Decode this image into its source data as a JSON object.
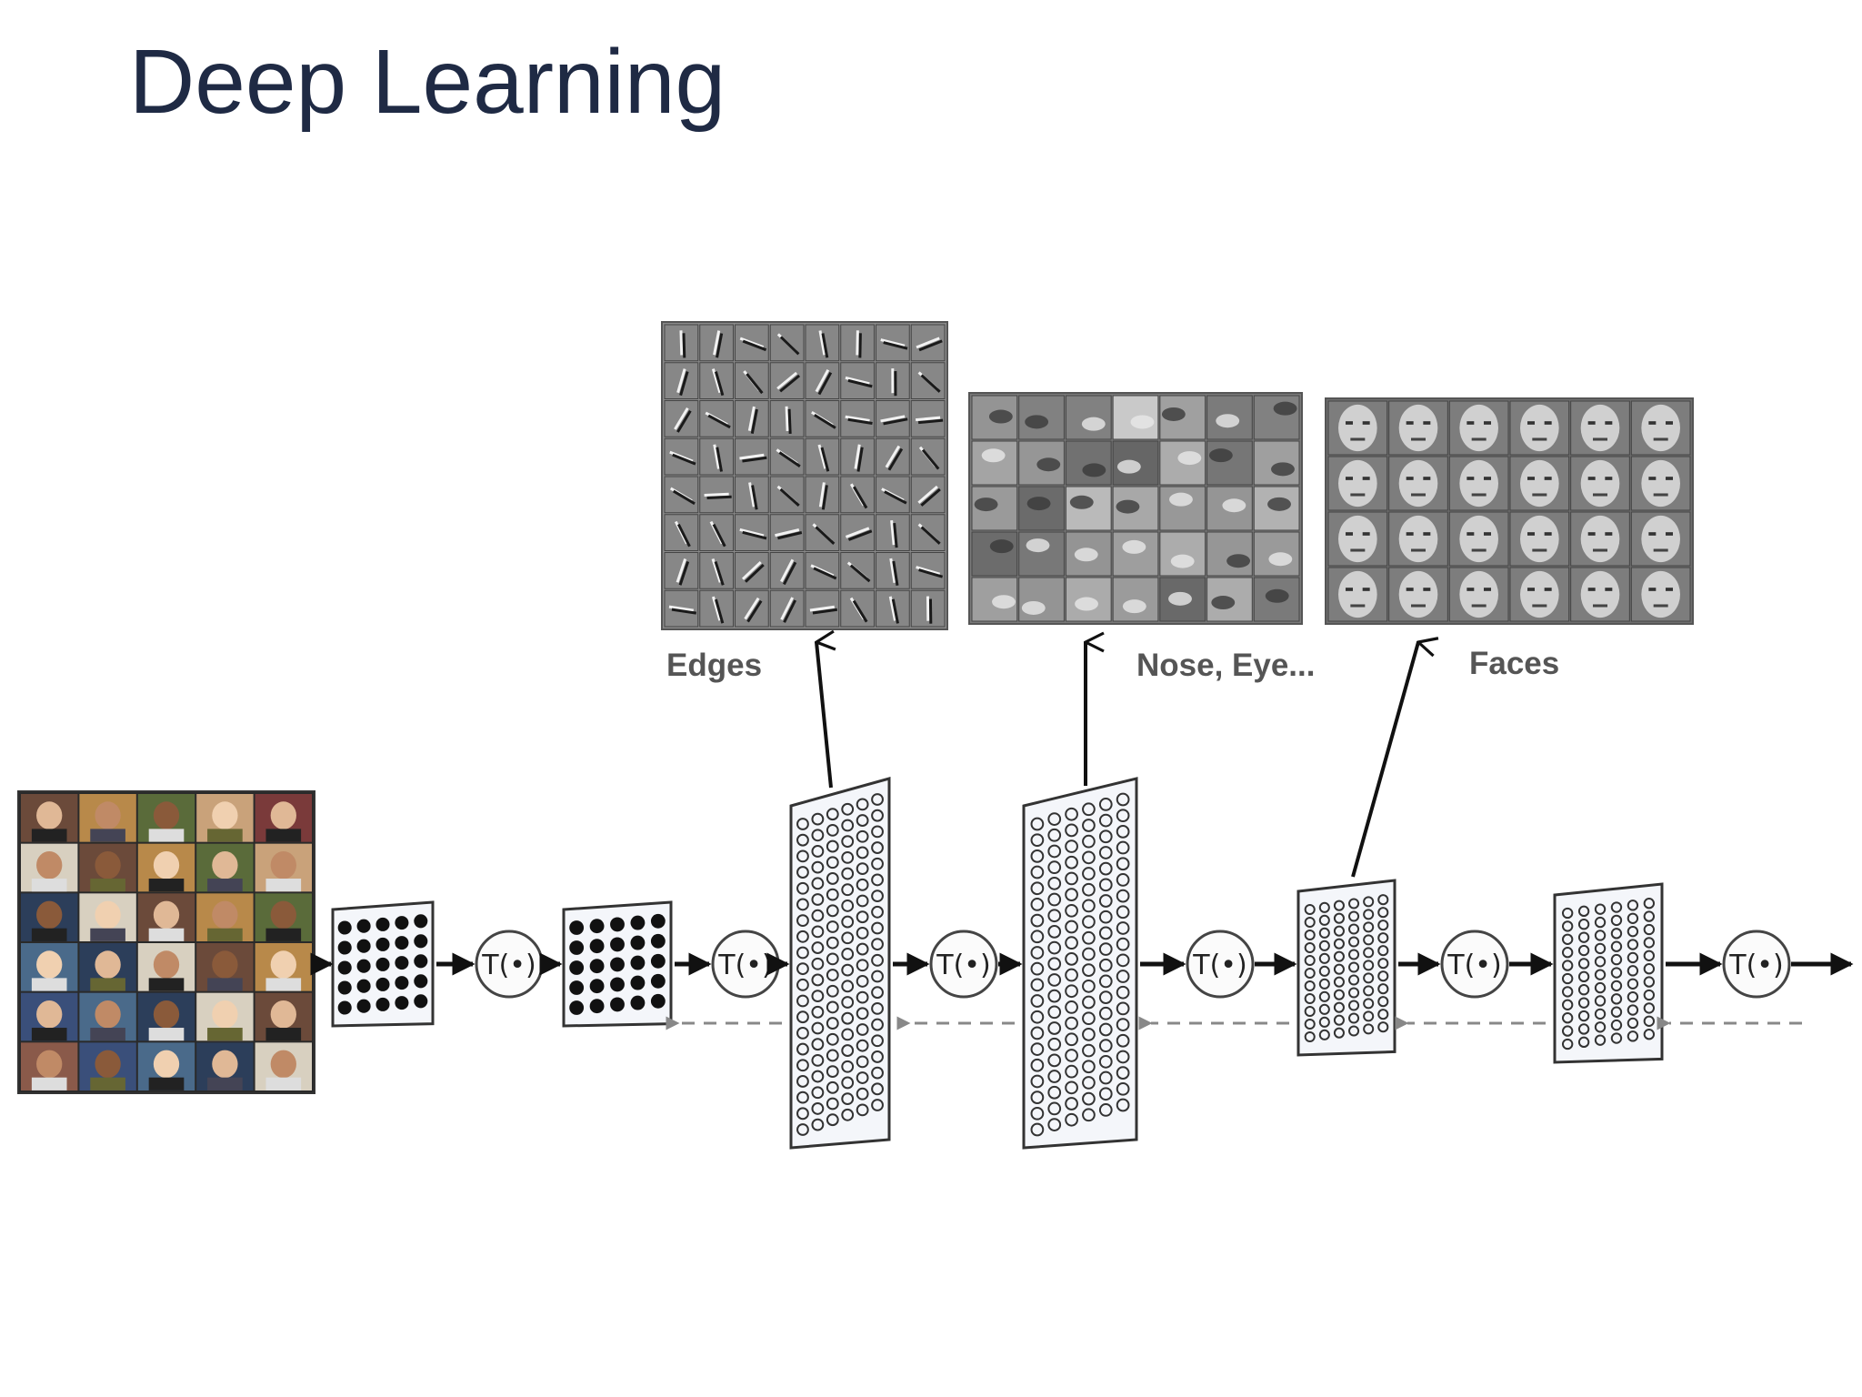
{
  "slide": {
    "title": "Deep Learning"
  },
  "feature_panels": [
    {
      "label": "Edges",
      "pattern": "edge-filters",
      "rows": 8,
      "cols": 8
    },
    {
      "label": "Nose, Eye...",
      "pattern": "face-parts",
      "rows": 5,
      "cols": 7
    },
    {
      "label": "Faces",
      "pattern": "face-templates",
      "rows": 4,
      "cols": 6
    }
  ],
  "input_image": {
    "content": "face-photo-grid",
    "rows": 6,
    "cols": 5
  },
  "operator_symbol": "T(•)",
  "layers": [
    {
      "kind": "dense-dots"
    },
    {
      "kind": "dense-dots"
    },
    {
      "kind": "ring-dots"
    },
    {
      "kind": "ring-dots"
    },
    {
      "kind": "ring-dots"
    },
    {
      "kind": "ring-dots"
    }
  ]
}
